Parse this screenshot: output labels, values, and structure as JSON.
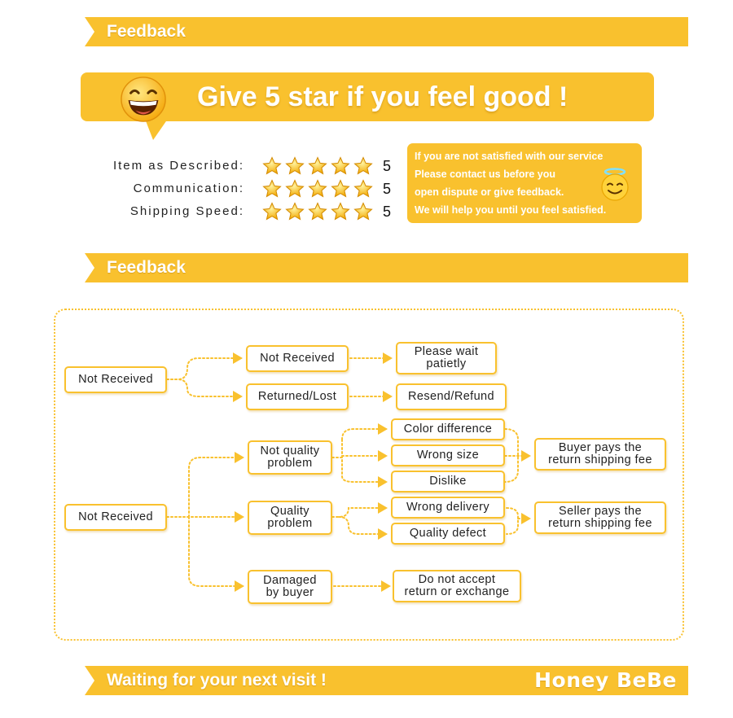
{
  "header_top": {
    "title": "Feedback"
  },
  "hero": {
    "text": "Give 5 star if you feel good !",
    "emoji": "grinning-face-icon"
  },
  "ratings": [
    {
      "label": "Item as Described:",
      "stars": 5,
      "value": "5"
    },
    {
      "label": "Communication:",
      "stars": 5,
      "value": "5"
    },
    {
      "label": "Shipping Speed:",
      "stars": 5,
      "value": "5"
    }
  ],
  "notice": {
    "lines": [
      "If you are not satisfied with our service",
      "Please contact us before you",
      "open dispute or give feedback.",
      "We will help you until you feel satisfied."
    ],
    "emoji": "angel-face-icon"
  },
  "header_mid": {
    "title": "Feedback"
  },
  "flow": {
    "not_received_1": "Not Received",
    "not_received_2": "Not Received",
    "returned_lost": "Returned/Lost",
    "not_received_3": "Not Received",
    "please_wait_1": "Please wait",
    "please_wait_2": "patietly",
    "resend_refund": "Resend/Refund",
    "not_quality_1": "Not quality",
    "not_quality_2": "problem",
    "quality_1": "Quality",
    "quality_2": "problem",
    "damaged_1": "Damaged",
    "damaged_2": "by buyer",
    "color_difference": "Color difference",
    "wrong_size": "Wrong size",
    "dislike": "Dislike",
    "wrong_delivery": "Wrong delivery",
    "quality_defect": "Quality defect",
    "buyer_pays_1": "Buyer pays the",
    "buyer_pays_2": "return shipping fee",
    "seller_pays_1": "Seller pays the",
    "seller_pays_2": "return shipping fee",
    "no_accept_1": "Do not accept",
    "no_accept_2": "return or exchange"
  },
  "footer": {
    "slogan": "Waiting for your next visit !",
    "brand": "Honey BeBe"
  },
  "colors": {
    "accent": "#f9c12e",
    "text": "#222222",
    "white": "#ffffff"
  }
}
